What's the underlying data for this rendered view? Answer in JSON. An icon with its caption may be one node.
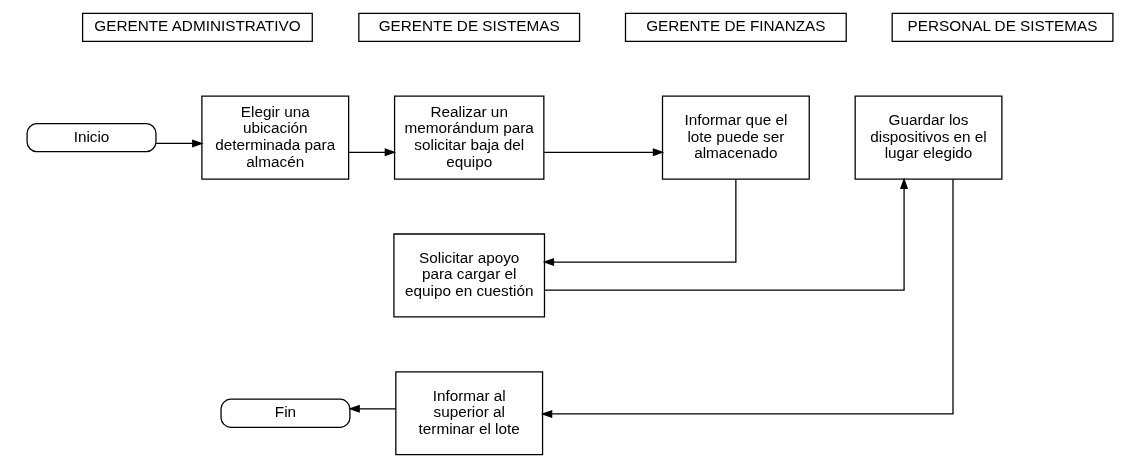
{
  "diagram": {
    "nodes": [
      {
        "text": [
          "GERENTE ADMINISTRATIVO"
        ]
      },
      {
        "text": [
          "GERENTE DE SISTEMAS"
        ]
      },
      {
        "text": [
          "GERENTE DE FINANZAS"
        ]
      },
      {
        "text": [
          "PERSONAL DE SISTEMAS"
        ]
      },
      {
        "text": [
          "Inicio"
        ]
      },
      {
        "text": [
          "Elegir una ubicación determinada para almacén"
        ]
      },
      {
        "text": [
          "Realizar un memorándum para solicitar baja del equipo"
        ]
      },
      {
        "text": [
          "Informar que el lote puede ser almacenado"
        ]
      },
      {
        "text": [
          "Guardar los dispositivos en el lugar elegido"
        ]
      },
      {
        "text": [
          "Solicitar apoyo para cargar el equipo en cuestión"
        ]
      },
      {
        "text": [
          "Informar al superior al terminar el lote"
        ]
      },
      {
        "text": [
          "Fin"
        ]
      }
    ],
    "edges": [
      {
        "from": 4,
        "to": 5,
        "arrow": "to"
      },
      {
        "from": 5,
        "to": 6,
        "arrow": "to"
      },
      {
        "from": 6,
        "to": 7,
        "arrow": "to"
      },
      {
        "from": 7,
        "to": 9,
        "arrow": "to"
      },
      {
        "from": 9,
        "to": 8,
        "arrow": "to"
      },
      {
        "from": 8,
        "to": 10,
        "arrow": "to"
      },
      {
        "from": 10,
        "to": 11,
        "arrow": "to"
      }
    ]
  }
}
